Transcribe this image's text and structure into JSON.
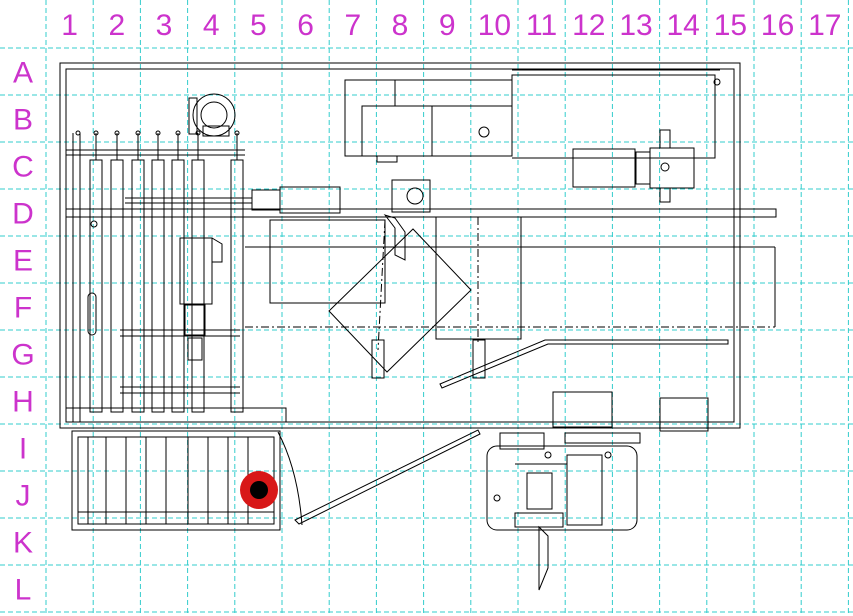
{
  "sheet": {
    "column_labels": [
      "1",
      "2",
      "3",
      "4",
      "5",
      "6",
      "7",
      "8",
      "9",
      "10",
      "11",
      "12",
      "13",
      "14",
      "15",
      "16",
      "17"
    ],
    "row_labels": [
      "A",
      "B",
      "C",
      "D",
      "E",
      "F",
      "G",
      "H",
      "I",
      "J",
      "K",
      "L"
    ]
  },
  "colors": {
    "grid": "#33cccc",
    "labels": "#cc33cc",
    "drawing": "#000000",
    "marker_outer": "#d81818",
    "marker_inner": "#000000"
  }
}
